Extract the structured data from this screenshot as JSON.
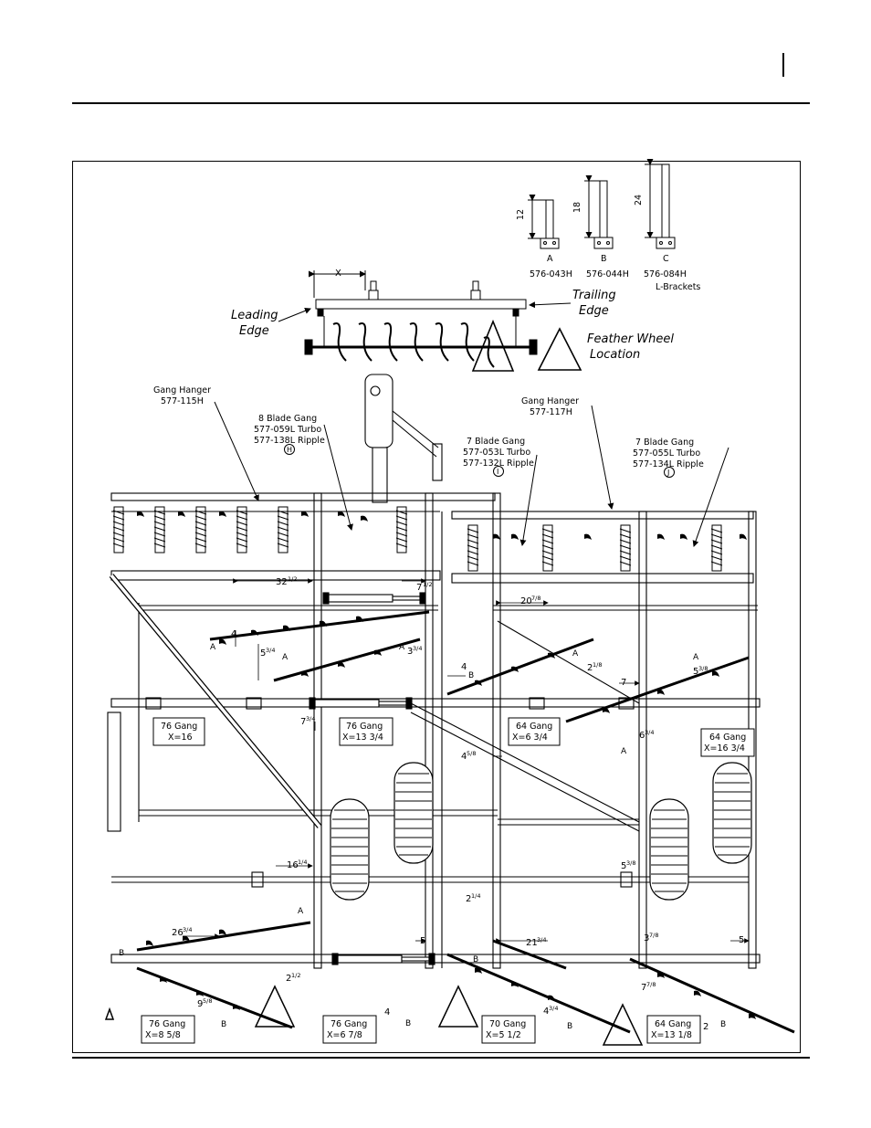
{
  "brackets": [
    {
      "letter": "A",
      "height": "12",
      "part": "576-043H"
    },
    {
      "letter": "B",
      "height": "18",
      "part": "576-044H"
    },
    {
      "letter": "C",
      "height": "24",
      "part": "576-084H"
    }
  ],
  "bracket_caption": "L-Brackets",
  "gang_top": {
    "dim_label": "X",
    "leading_line1": "Leading",
    "leading_line2": "Edge",
    "trailing_line1": "Trailing",
    "trailing_line2": "Edge"
  },
  "feather_line1": "Feather Wheel",
  "feather_line2": "Location",
  "callouts": [
    {
      "line1": "Gang Hanger",
      "line2": "577-115H"
    },
    {
      "line1": "8 Blade Gang",
      "line2": "577-059L Turbo",
      "line3": "577-138L Ripple",
      "circle": "H"
    },
    {
      "line1": "Gang Hanger",
      "line2": "577-117H"
    },
    {
      "line1": "7 Blade Gang",
      "line2": "577-053L Turbo",
      "line3": "577-132L Ripple",
      "circle": "I"
    },
    {
      "line1": "7 Blade Gang",
      "line2": "577-055L Turbo",
      "line3": "577-134L Ripple",
      "circle": "J"
    }
  ],
  "gang_boxes": [
    {
      "line1": "76 Gang",
      "line2": "X=16"
    },
    {
      "line1": "76 Gang",
      "line2": "X=13 3/4"
    },
    {
      "line1": "64 Gang",
      "line2": "X=6 3/4"
    },
    {
      "line1": "64 Gang",
      "line2": "X=16 3/4"
    },
    {
      "line1": "76 Gang",
      "line2": "X=8 5/8"
    },
    {
      "line1": "76 Gang",
      "line2": "X=6 7/8"
    },
    {
      "line1": "70 Gang",
      "line2": "X=5 1/2"
    },
    {
      "line1": "64 Gang",
      "line2": "X=13 1/8"
    }
  ],
  "dims": {
    "d32": "32",
    "d32f": "1/2",
    "d7a": "7",
    "d7af": "1/2",
    "d20": "20",
    "d20f": "7/8",
    "d4a": "4",
    "d5": "5",
    "d5f": "3/4",
    "d3": "3",
    "d3f": "3/4",
    "d4b": "4",
    "d2a": "2",
    "d2af": "1/8",
    "d7b": "7",
    "d5b": "5",
    "d5bf": "3/8",
    "d7c": "7",
    "d7cf": "3/4",
    "d4c": "4",
    "d4cf": "5/8",
    "d6": "6",
    "d6f": "3/4",
    "d16": "16",
    "d16f": "1/4",
    "d5c": "5",
    "d5cf": "3/8",
    "d2b": "2",
    "d2bf": "1/4",
    "d26": "26",
    "d26f": "3/4",
    "d5d": "5",
    "d21": "21",
    "d21f": "3/4",
    "d3b": "3",
    "d3bf": "7/8",
    "d5e": "5",
    "d2c": "2",
    "d2cf": "1/2",
    "d9": "9",
    "d9f": "5/8",
    "d4d": "4",
    "d4e": "4",
    "d4ef": "3/4",
    "d7d": "7",
    "d7df": "7/8",
    "d2d": "2"
  },
  "letters": {
    "A": "A",
    "B": "B"
  }
}
